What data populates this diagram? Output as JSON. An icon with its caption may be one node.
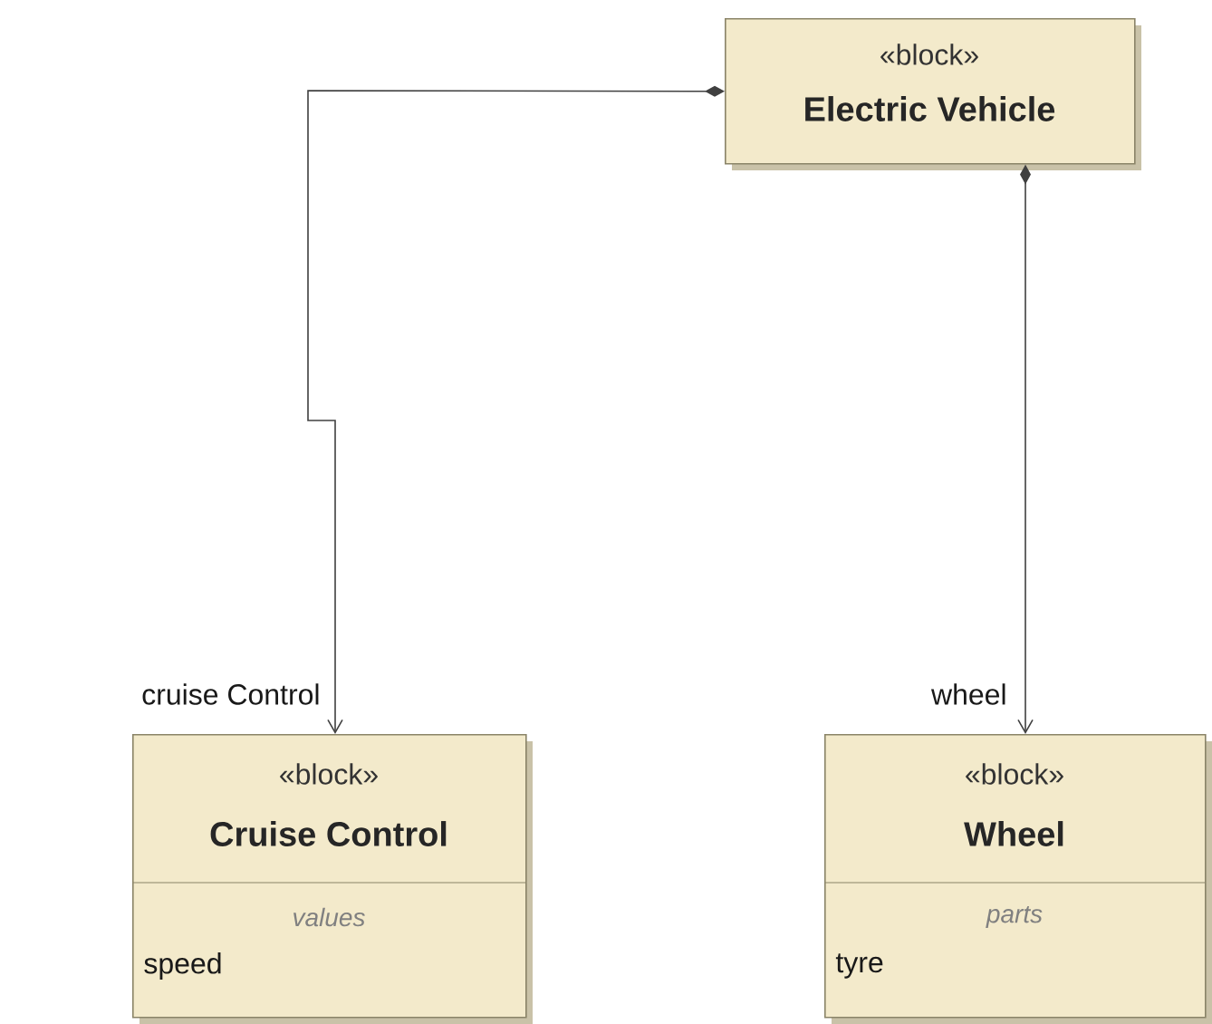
{
  "diagram": {
    "nodes": [
      {
        "text": [
          "«block»",
          "Electric Vehicle"
        ]
      },
      {
        "text": [
          "«block»",
          "Cruise Control",
          "values",
          "speed"
        ]
      },
      {
        "text": [
          "«block»",
          "Wheel",
          "parts",
          "tyre"
        ]
      }
    ],
    "edges": [
      {
        "from": 0,
        "to": 1,
        "arrow": "to",
        "label": "cruise Control"
      },
      {
        "from": 0,
        "to": 2,
        "arrow": "to",
        "label": "wheel"
      }
    ]
  }
}
